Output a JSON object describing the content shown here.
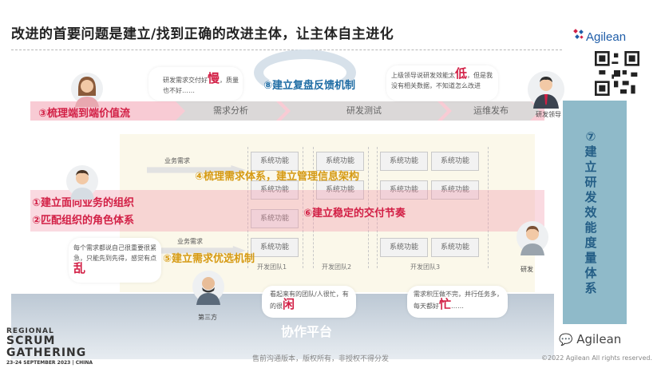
{
  "slide": {
    "title": "改进的首要问题是建立/找到正确的改进主体，让主体自主进化",
    "brand": "Agilean",
    "footer": "售前沟通版本，版权所有，非授权不得分发",
    "copyright": "©2022 Agilean All rights reserved.",
    "wechat": "Agilean"
  },
  "event_logo": {
    "line1": "REGIONAL",
    "line2": "SCRUM",
    "line3": "GATHERING",
    "date": "23-24 SEPTEMBER 2023 | CHINA"
  },
  "labels": {
    "l3": "③梳理端到端价值流",
    "l4": "④梳理需求体系，建立管理信息架构",
    "l1": "①建立面向业务的组织",
    "l2": "②匹配组织的角色体系",
    "l5": "⑤建立需求优选机制",
    "l6": "⑥建立稳定的交付节奏",
    "l7": "⑦建立研发效能度量体系",
    "l8": "⑧建立复盘反馈机制",
    "platform": "协作平台"
  },
  "value_stream": [
    "需求分析",
    "研发测试",
    "运维发布"
  ],
  "feature_box": "系统功能",
  "teams": [
    "开发团队1",
    "开发团队2",
    "开发团队3"
  ],
  "demand_labels": [
    "业务需求",
    "业务需求"
  ],
  "people": {
    "leader": "研发领导",
    "dev": "研发",
    "third": "第三方"
  },
  "quotes": {
    "q1_text": "研发需求交付好",
    "q1_big": "慢",
    "q1_tail": "，质量也不好……",
    "q2_text": "上级领导说研发效能太",
    "q2_big": "低",
    "q2_tail": "，但是我没有相关数据，不知道怎么改进",
    "q3_text": "每个需求都说自己很重要很紧急，只能先到先得，感觉有点",
    "q3_big": "乱",
    "q4_text": "看起来有的团队/人很忙，有的很",
    "q4_big": "闲",
    "q5_text": "需求积压做不完，并行任务多，每天都好",
    "q5_big": "忙",
    "q5_tail": "……"
  },
  "colors": {
    "red": "#d21f45",
    "yellow": "#d69a13",
    "blue": "#1e6ca4",
    "brand": "#1f5da8"
  }
}
